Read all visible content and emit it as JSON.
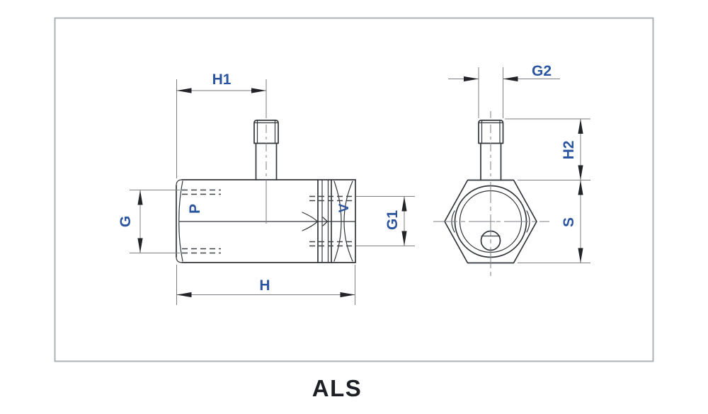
{
  "drawing": {
    "caption": "ALS",
    "side_view": {
      "dim_h1": "H1",
      "dim_g": "G",
      "dim_h": "H",
      "dim_g1": "G1",
      "port_p": "P",
      "port_v": "V"
    },
    "end_view": {
      "dim_g2": "G2",
      "dim_h2": "H2",
      "dim_s": "S"
    },
    "colors": {
      "outline": "#33363a",
      "thin": "#7c7f84",
      "dashed": "#404348",
      "arrow": "#222428",
      "label": "#2c55a0",
      "caption": "#1d1f24",
      "frame": "#aeb1b6",
      "bg": "#ffffff"
    }
  }
}
